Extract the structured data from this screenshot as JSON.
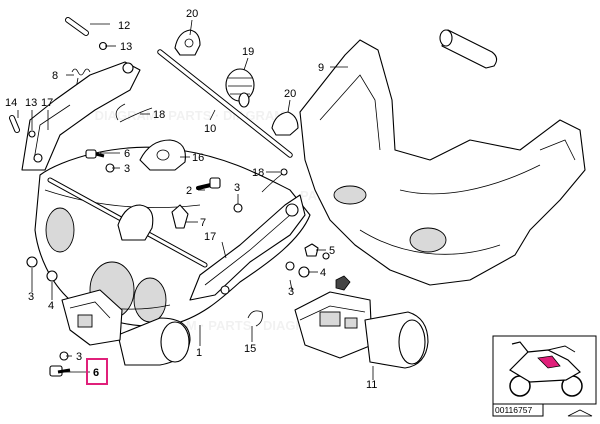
{
  "diagram": {
    "callouts": [
      "1",
      "2",
      "3",
      "4",
      "5",
      "6",
      "7",
      "8",
      "9",
      "10",
      "11",
      "12",
      "13",
      "14",
      "15",
      "16",
      "17",
      "18",
      "19",
      "20"
    ],
    "labels": {
      "c12": "12",
      "c13a": "13",
      "c8": "8",
      "c14": "14",
      "c13b": "13",
      "c17a": "17",
      "c20a": "20",
      "c19": "19",
      "c9": "9",
      "c18a": "18",
      "c20b": "20",
      "c10": "10",
      "c6a": "6",
      "c3a": "3",
      "c16": "16",
      "c2": "2",
      "c3b": "3",
      "c18b": "18",
      "c7": "7",
      "c17b": "17",
      "c5": "5",
      "c4b": "4",
      "c3c": "3",
      "c3d": "3",
      "c4a": "4",
      "c3e": "3",
      "c1": "1",
      "c15": "15",
      "c6b": "6",
      "c11": "11"
    },
    "highlighted_callout": "6",
    "highlight_color": "#e0207a",
    "image_code": "00116757"
  }
}
